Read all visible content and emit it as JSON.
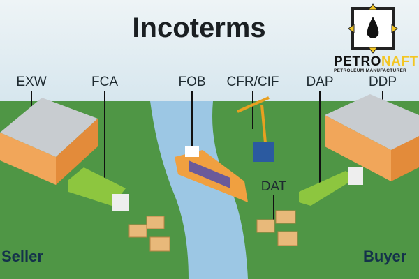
{
  "title": "Incoterms",
  "terms": [
    "EXW",
    "FCA",
    "FOB",
    "CFR/CIF",
    "DAP",
    "DDP",
    "DAT"
  ],
  "seller": "Seller",
  "buyer": "Buyer",
  "logo": {
    "name_a": "PETRO",
    "name_b": "NAFT",
    "tagline": "PETROLEUM MANUFACTURER"
  },
  "colors": {
    "sky": "#dde9ef",
    "grass": "#4f9645",
    "river": "#9cc7e4",
    "accent": "#f3c623"
  }
}
